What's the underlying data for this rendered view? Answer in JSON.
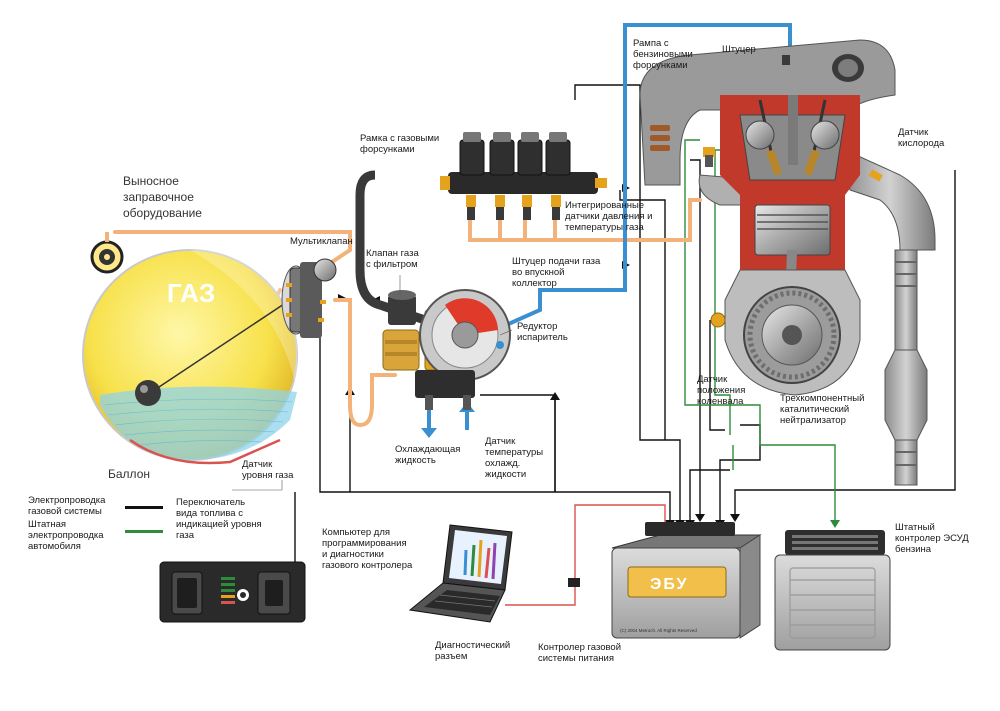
{
  "tank": {
    "text": "ГАЗ"
  },
  "ecu": {
    "text": "ЭБУ",
    "copyright": "(C) 2004 Metroch. All Rights Reserved"
  },
  "legend": {
    "gas_wiring": [
      "Электропроводка",
      "газовой системы"
    ],
    "stock_wiring": [
      "Штатная",
      "электропроводка",
      "автомобиля"
    ]
  },
  "labels": {
    "filler": [
      "Выносное",
      "заправочное",
      "оборудование"
    ],
    "multivalve": [
      "Мультиклапан"
    ],
    "tank": [
      "Баллон"
    ],
    "level_sensor": [
      "Датчик",
      "уровня газа"
    ],
    "gas_valve": [
      "Клапан газа",
      "с фильтром"
    ],
    "injector_rail": [
      "Рамка с газовыми",
      "форсунками"
    ],
    "integrated_sensors": [
      "Интегрированные",
      "датчики давления и",
      "температуры газа"
    ],
    "intake_fitting": [
      "Штуцер подачи газа",
      "во впускной",
      "коллектор"
    ],
    "reducer": [
      "Редуктор",
      "испаритель"
    ],
    "coolant": [
      "Охлаждающая",
      "жидкость"
    ],
    "coolant_sensor": [
      "Датчик",
      "температуры",
      "охлажд.",
      "жидкости"
    ],
    "petrol_rail": [
      "Рампа с",
      "бензиновыми",
      "форсунками"
    ],
    "fitting": [
      "Штуцер"
    ],
    "oxygen_sensor": [
      "Датчик",
      "кислорода"
    ],
    "crank_sensor": [
      "Датчик",
      "положения",
      "коленвала"
    ],
    "catalyst": [
      "Трехкомпонентный",
      "каталитический",
      "нейтрализатор"
    ],
    "switch": [
      "Переключатель",
      "вида топлива с",
      "индикацией уровня",
      "газа"
    ],
    "computer": [
      "Компьютер для",
      "программирования",
      "и диагностики",
      "газового контролера"
    ],
    "diag_connector": [
      "Диагностический",
      "разъем"
    ],
    "gas_controller": [
      "Контролер газовой",
      "системы питания"
    ],
    "petrol_ecu": [
      "Штатный",
      "контролер ЭСУД",
      "бензина"
    ]
  },
  "colors": {
    "gas_wire": "#111111",
    "stock_wire": "#2e8b3a",
    "gas_pipe": "#f2b27a",
    "coolant_pipe": "#3a8fd0",
    "tank_fill": "#f7e14a",
    "diag_wire": "#d9534f"
  }
}
